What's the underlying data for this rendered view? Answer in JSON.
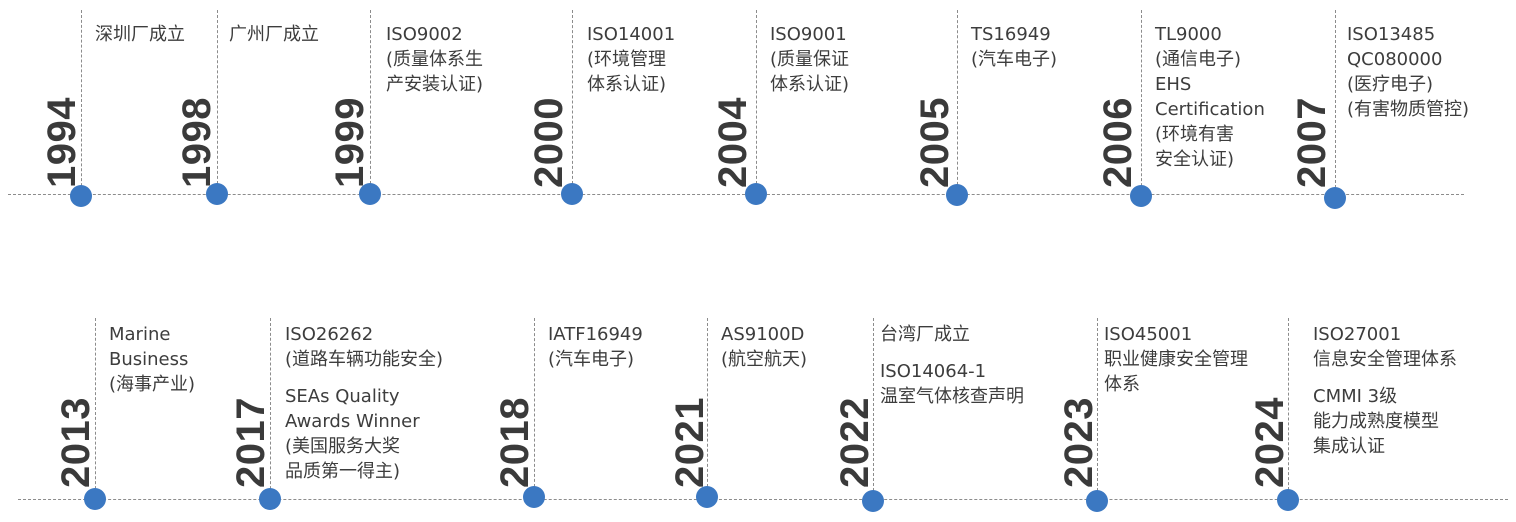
{
  "rows": [
    {
      "items": [
        {
          "year": "1994",
          "lines": [
            "深圳厂成立"
          ]
        },
        {
          "year": "1998",
          "lines": [
            "广州厂成立"
          ]
        },
        {
          "year": "1999",
          "lines": [
            "ISO9002",
            "(质量体系生",
            "产安装认证)"
          ]
        },
        {
          "year": "2000",
          "lines": [
            "ISO14001",
            "(环境管理",
            "体系认证)"
          ]
        },
        {
          "year": "2004",
          "lines": [
            "ISO9001",
            "(质量保证",
            "体系认证)"
          ]
        },
        {
          "year": "2005",
          "lines": [
            "TS16949",
            "(汽车电子)"
          ]
        },
        {
          "year": "2006",
          "lines": [
            "TL9000",
            "(通信电子)",
            "EHS",
            "Certification",
            "(环境有害",
            "安全认证)"
          ]
        },
        {
          "year": "2007",
          "lines": [
            "ISO13485",
            "QC080000",
            "(医疗电子)",
            "(有害物质管控)"
          ]
        }
      ]
    },
    {
      "items": [
        {
          "year": "2013",
          "lines": [
            "Marine",
            "Business",
            "(海事产业)"
          ]
        },
        {
          "year": "2017",
          "lines": [
            "ISO26262",
            "(道路车辆功能安全)",
            "",
            "SEAs Quality",
            "Awards Winner",
            "(美国服务大奖",
            "品质第一得主)"
          ]
        },
        {
          "year": "2018",
          "lines": [
            "IATF16949",
            "(汽车电子)"
          ]
        },
        {
          "year": "2021",
          "lines": [
            "AS9100D",
            "(航空航天)"
          ]
        },
        {
          "year": "2022",
          "lines": [
            "台湾厂成立",
            "",
            "ISO14064-1",
            "温室气体核查声明"
          ]
        },
        {
          "year": "2023",
          "lines": [
            "ISO45001",
            "职业健康安全管理",
            "体系"
          ]
        },
        {
          "year": "2024",
          "lines": [
            "ISO27001",
            "信息安全管理体系",
            "",
            "CMMI 3级",
            "能力成熟度模型",
            "集成认证"
          ]
        }
      ]
    }
  ]
}
